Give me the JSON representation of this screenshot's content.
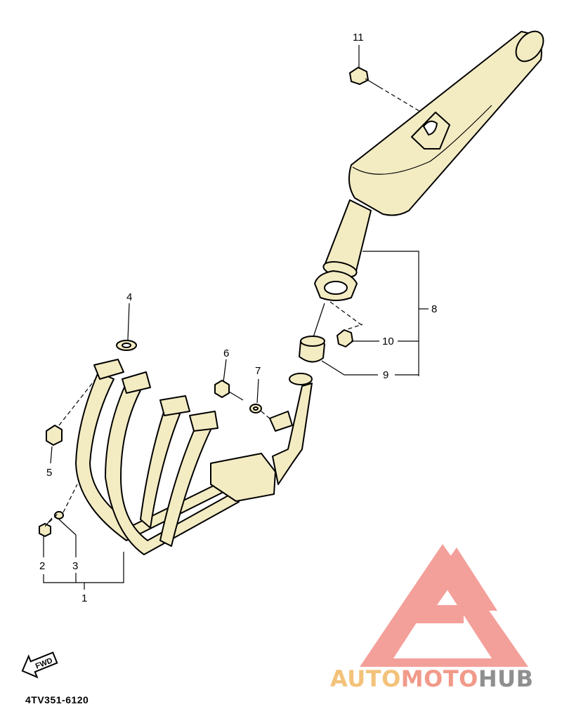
{
  "diagram": {
    "part_code": "4TV351-6120",
    "fwd_label": "FWD",
    "callouts": {
      "c1": "1",
      "c2": "2",
      "c3": "3",
      "c4": "4",
      "c5": "5",
      "c6": "6",
      "c7": "7",
      "c8": "8",
      "c9": "9",
      "c10": "10",
      "c11": "11"
    }
  },
  "watermark": {
    "part1": "AUTO",
    "part2": "MOTO",
    "part3": "HUB",
    "colors": {
      "auto": "#f3c27a",
      "moto": "#f19a8a",
      "hub": "#8f8f8f",
      "logo": "#f4a09a"
    }
  },
  "colors": {
    "part_fill": "#f3ebc2",
    "line": "#000000"
  }
}
